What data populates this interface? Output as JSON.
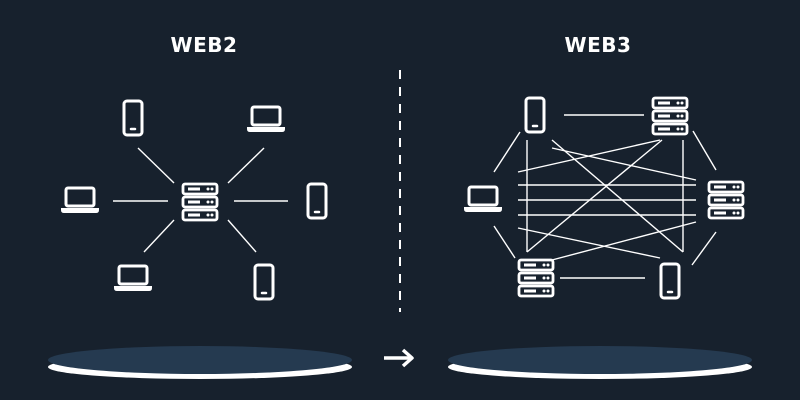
{
  "web2": {
    "title": "WEB2",
    "hub": "server-icon",
    "nodes": [
      "phone-icon",
      "laptop-icon",
      "laptop-icon",
      "phone-icon",
      "laptop-icon",
      "phone-icon"
    ],
    "topology": "centralized"
  },
  "web3": {
    "title": "WEB3",
    "nodes": [
      "phone-icon",
      "server-icon",
      "laptop-icon",
      "server-icon",
      "server-icon",
      "phone-icon"
    ],
    "topology": "decentralized"
  },
  "divider": "dashed-line",
  "transition_icon": "arrow-right-icon",
  "colors": {
    "background": "#17212d",
    "stroke": "#ffffff",
    "platform": "#253a50"
  }
}
